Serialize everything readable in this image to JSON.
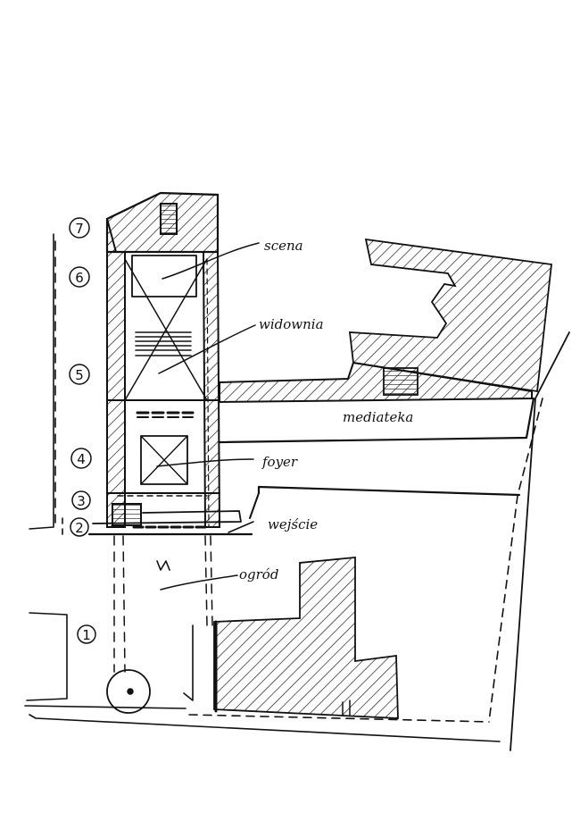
{
  "labels": {
    "scena": "scena",
    "widownia": "widownia",
    "mediateka": "mediateka",
    "foyer": "foyer",
    "wejscie": "wejście",
    "ogrod": "ogród"
  },
  "level_markers": [
    "7",
    "6",
    "5",
    "4",
    "3",
    "2",
    "1"
  ],
  "colors": {
    "ink": "#111111",
    "paper": "#ffffff"
  }
}
